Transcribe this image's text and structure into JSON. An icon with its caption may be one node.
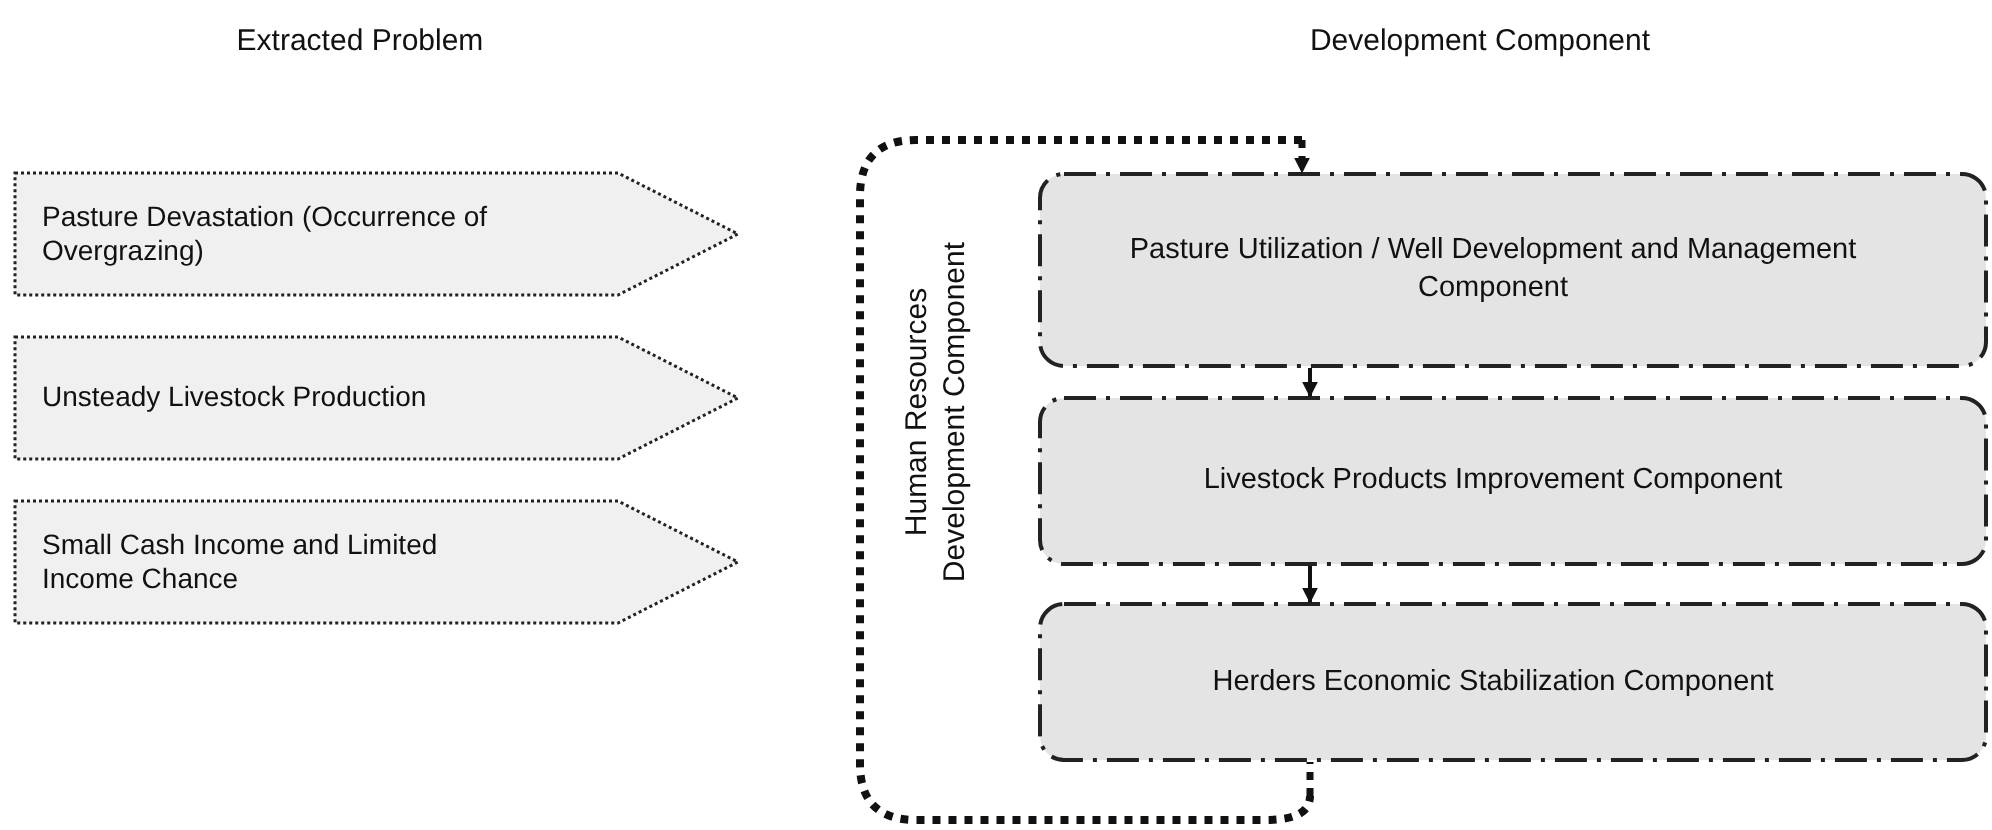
{
  "diagram": {
    "nodes": [
      {
        "text": [
          "Pasture Devastation (Occurrence of Overgrazing)"
        ]
      },
      {
        "text": [
          "Unsteady Livestock Production"
        ]
      },
      {
        "text": [
          "Small Cash Income and Limited Income Chance"
        ]
      },
      {
        "text": [
          "Human Resources Development Component"
        ]
      },
      {
        "text": [
          "Pasture Utilization / Well Development and Management Component"
        ]
      },
      {
        "text": [
          "Livestock Products Improvement Component"
        ]
      },
      {
        "text": [
          "Herders Economic Stabilization Component"
        ]
      }
    ],
    "edges": [
      {
        "from": 3,
        "to": 4,
        "arrow": "to",
        "style": "dashed"
      },
      {
        "from": 3,
        "to": 6,
        "arrow": "none",
        "style": "dashed"
      },
      {
        "from": 4,
        "to": 5,
        "arrow": "to"
      },
      {
        "from": 5,
        "to": 6,
        "arrow": "to"
      }
    ],
    "labels": [
      "Extracted Problem",
      "Development Component"
    ]
  }
}
